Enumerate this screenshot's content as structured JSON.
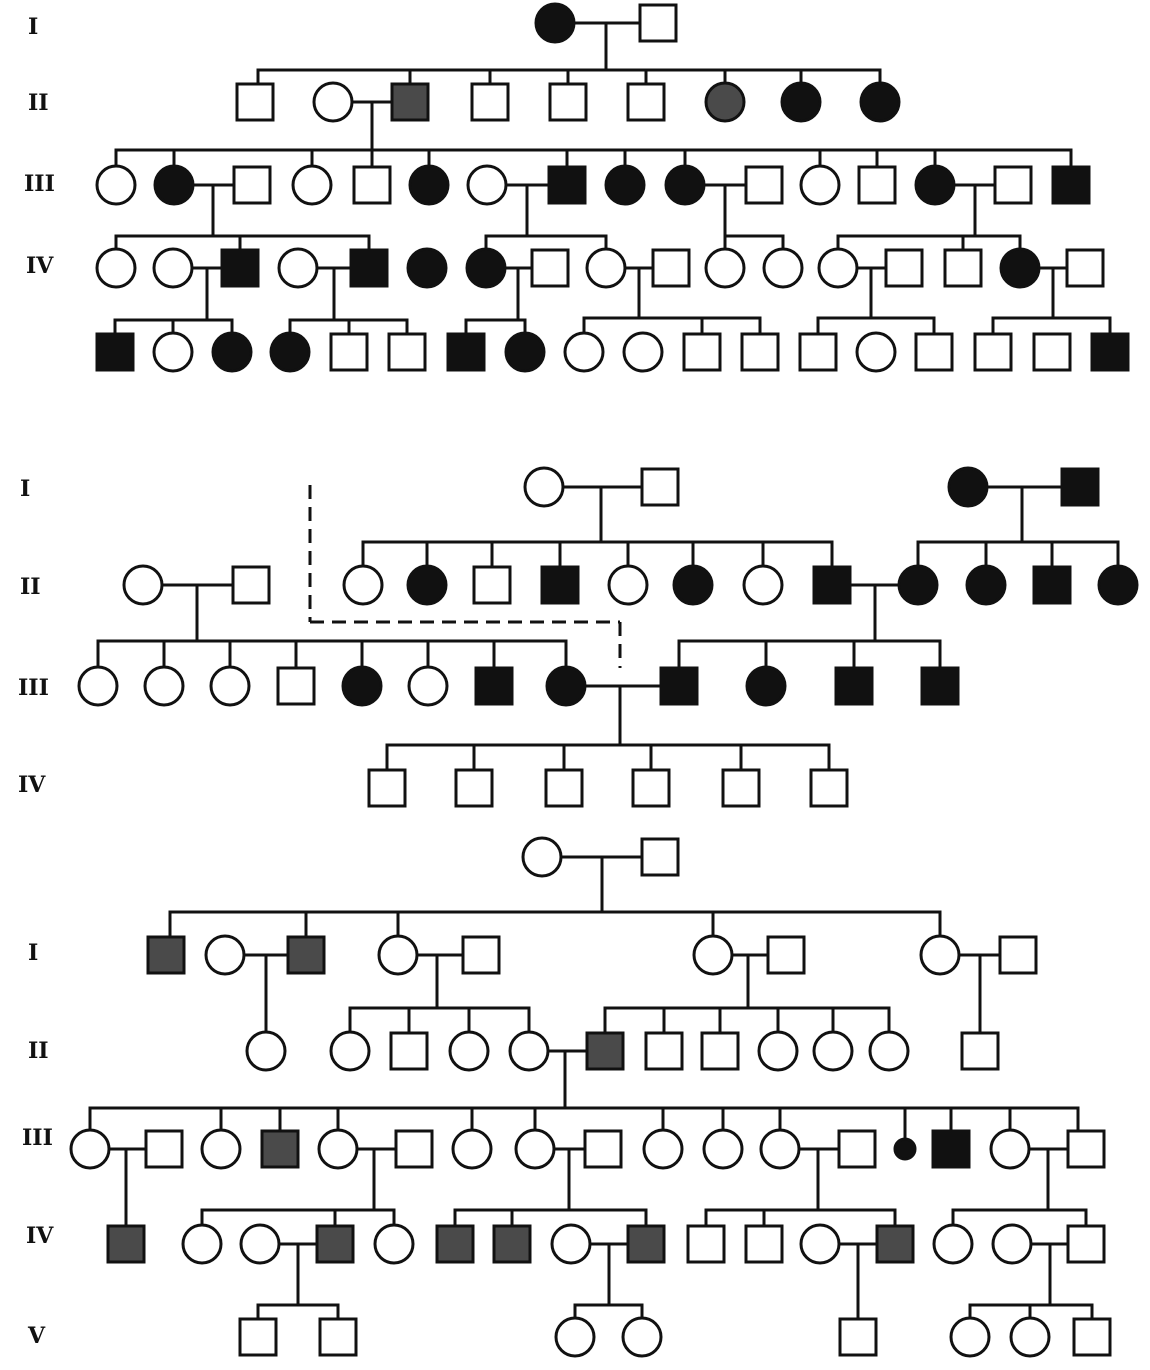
{
  "colors": {
    "affected": "#111111",
    "shaded": "#4a4a4a",
    "unaffected": "#ffffff",
    "line": "#111111"
  },
  "pedigrees": [
    {
      "generations": [
        "I",
        "II",
        "III",
        "IV"
      ],
      "key": "p1"
    },
    {
      "generations": [
        "I",
        "II",
        "III",
        "IV"
      ],
      "key": "p2"
    },
    {
      "generations": [
        "I",
        "II",
        "III",
        "IV",
        "V"
      ],
      "key": "p3"
    }
  ]
}
